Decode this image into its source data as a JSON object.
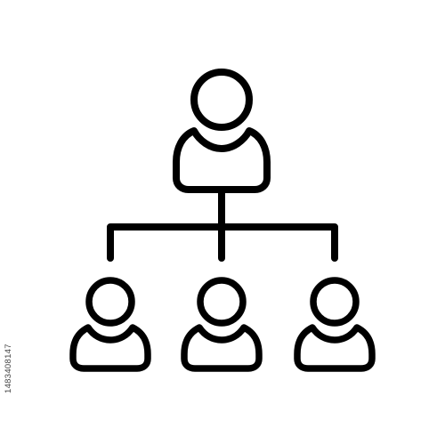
{
  "icon": {
    "name": "organization-chart-icon",
    "stroke_color": "#000000",
    "background": "#ffffff",
    "nodes": [
      "top-person",
      "person-left",
      "person-center",
      "person-right"
    ]
  },
  "side_id": "1483408147"
}
